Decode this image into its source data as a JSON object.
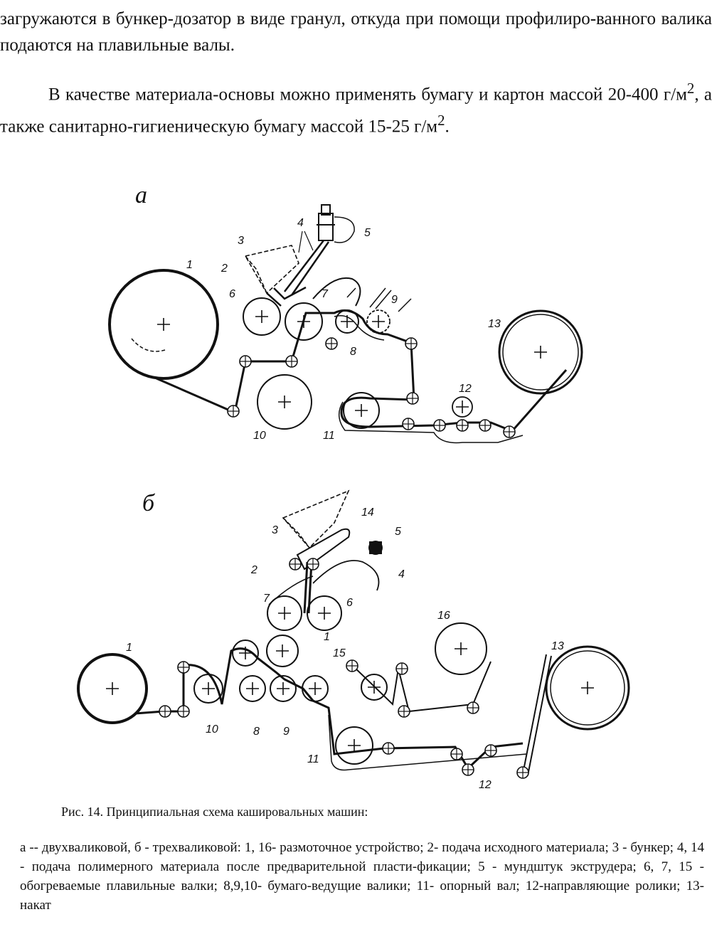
{
  "text": {
    "para1": "загружаются в бункер-дозатор в виде  гранул, откуда при помощи профилиро-ванного валика подаются на плавильные валы.",
    "para2_a": "В качестве материала-основы можно применять бумагу и картон массой 20-400 г/м",
    "para2_sup1": "2",
    "para2_b": ",  а также санитарно-гигиеническую бумагу массой 15-25 г/м",
    "para2_sup2": "2",
    "para2_c": "."
  },
  "figure": {
    "panel_a": {
      "letter": "а",
      "labels": {
        "l1": "1",
        "l2": "2",
        "l3": "3",
        "l4": "4",
        "l5": "5",
        "l6": "6",
        "l7": "7",
        "l8": "8",
        "l9": "9",
        "l10": "10",
        "l11": "11",
        "l12": "12",
        "l13": "13"
      }
    },
    "panel_b": {
      "letter": "б",
      "labels": {
        "l1": "1",
        "l1b": "1",
        "l2": "2",
        "l3": "3",
        "l4": "4",
        "l5": "5",
        "l6": "6",
        "l7": "7",
        "l8": "8",
        "l9": "9",
        "l10": "10",
        "l11": "11",
        "l12": "12",
        "l13": "13",
        "l14": "14",
        "l15": "15",
        "l16": "16"
      }
    },
    "caption": "Рис. 14. Принципиальная схема кашировальных машин:",
    "legend": "а -- двухваликовой, б - трехваликовой: 1, 16- размоточное устройство; 2- подача исходного материала; 3 - бункер; 4, 14 - подача полимерного материала после предварительной пласти-фикации; 5 - мундштук экструдера; 6, 7, 15 - обогреваемые плавильные валки; 8,9,10- бумаго-ведущие валики; 11- опорный вал; 12-направляющие ролики; 13- накат"
  }
}
